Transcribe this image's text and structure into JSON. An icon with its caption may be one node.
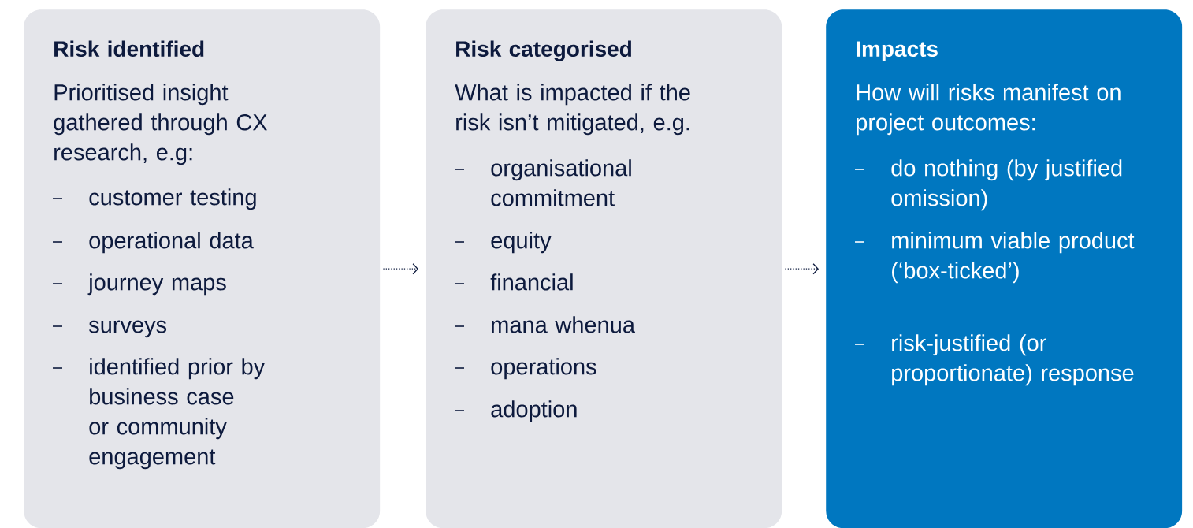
{
  "diagram": {
    "nodes": [
      {
        "text": [
          "Risk identified",
          "Prioritised insight gathered through CX research, e.g:",
          "customer testing",
          "operational data",
          "journey maps",
          "surveys",
          "identified prior by business case or community engagement"
        ]
      },
      {
        "text": [
          "Risk categorised",
          "What is impacted if the risk isn’t mitigated, e.g.",
          "organisational commitment",
          "equity",
          "financial",
          "mana whenua",
          "operations",
          "adoption"
        ]
      },
      {
        "text": [
          "Impacts",
          "How will risks manifest on project outcomes:",
          "do nothing (by justified omission)",
          "minimum viable product (‘box-ticked’)",
          "risk-justified (or proportionate) response"
        ]
      }
    ],
    "edges": [
      {
        "from": 0,
        "to": 1,
        "arrow": "to",
        "style": "dashed"
      },
      {
        "from": 1,
        "to": 2,
        "arrow": "to",
        "style": "dashed"
      }
    ]
  }
}
